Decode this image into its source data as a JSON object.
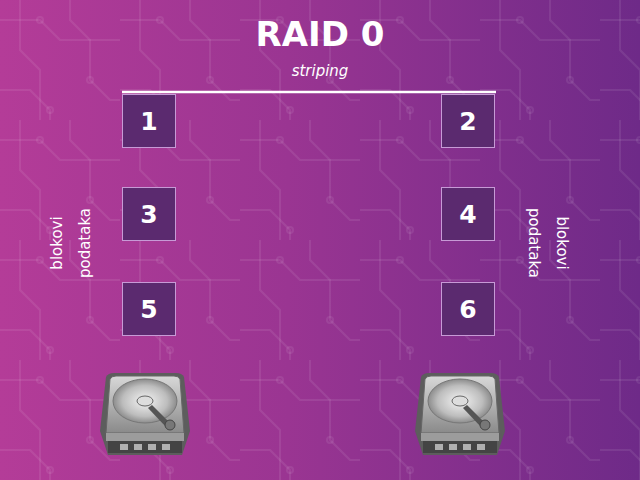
{
  "diagram": {
    "title": "RAID 0",
    "nodes": [
      {
        "text": [
          "1"
        ]
      },
      {
        "text": [
          "2"
        ]
      },
      {
        "text": [
          "3"
        ]
      },
      {
        "text": [
          "4"
        ]
      },
      {
        "text": [
          "5"
        ]
      },
      {
        "text": [
          "6"
        ]
      }
    ],
    "labels": [
      "striping",
      "blokovi podataka",
      "blokovi podataka"
    ]
  }
}
